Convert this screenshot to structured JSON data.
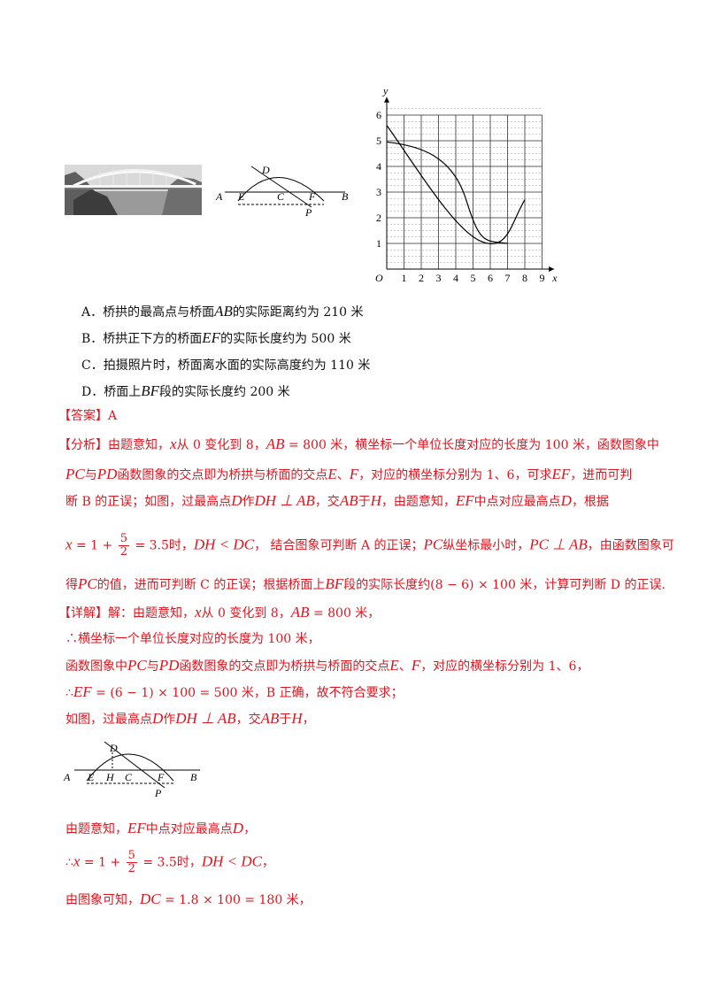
{
  "figure": {
    "bridge_labels": {
      "A": "A",
      "E": "E",
      "C": "C",
      "F": "F",
      "B": "B",
      "D": "D",
      "P": "P"
    },
    "graph": {
      "origin": "O",
      "x_axis": "x",
      "y_axis": "y",
      "x_ticks": [
        "1",
        "2",
        "3",
        "4",
        "5",
        "6",
        "7",
        "8",
        "9"
      ],
      "y_ticks": [
        "1",
        "2",
        "3",
        "4",
        "5",
        "6"
      ]
    },
    "bridge2_labels": {
      "A": "A",
      "E": "E",
      "H": "H",
      "C": "C",
      "F": "F",
      "B": "B",
      "D": "D",
      "P": "P"
    }
  },
  "options": [
    {
      "pre": "A．桥拱的最高点与桥面",
      "m": "AB",
      "post": "的实际距离约为 210 米"
    },
    {
      "pre": "B．桥拱正下方的桥面",
      "m": "EF",
      "post": "的实际长度约为 500 米"
    },
    {
      "pre": "C．拍摄照片时，桥面离水面的实际高度约为 110 米",
      "m": "",
      "post": ""
    },
    {
      "pre": "D．桥面上",
      "m": "BF",
      "post": "段的实际长度约 200 米"
    }
  ],
  "answer": {
    "label": "【答案】",
    "value": "A"
  },
  "analysis": {
    "label": "【分析】",
    "l1a": "由题意知，",
    "l1b": "x",
    "l1c": "从 0 变化到 8，",
    "l1d": "AB",
    "l1e": " = 800 米，横坐标一个单位长度对应的长度为 100 米，函数图象中",
    "l2a": "PC",
    "l2b": "与",
    "l2c": "PD",
    "l2d": "函数图象的交点即为桥拱与桥面的交点",
    "l2e": "E",
    "l2f": "、",
    "l2g": "F",
    "l2h": "，对应的横坐标分别为 1、6，可求",
    "l2i": "EF",
    "l2j": "，进而可判",
    "l3a": "断 B 的正误；如图，过最高点",
    "l3b": "D",
    "l3c": "作",
    "l3d": "DH ⊥ AB",
    "l3e": "，交",
    "l3f": "AB",
    "l3g": "于",
    "l3h": "H",
    "l3i": "，由题意知，",
    "l3j": "EF",
    "l3k": "中点对应最高点",
    "l3l": "D",
    "l3m": "，根据",
    "l4a": "x",
    "l4b": " = 1 + ",
    "l4n": "5",
    "l4d": "2",
    "l4e": " = 3.5时，",
    "l4f": "DH < DC",
    "l4g": "，  结合图象可判断 A 的正误；",
    "l4h": "PC",
    "l4i": "纵坐标最小时，",
    "l4j": "PC ⊥ AB",
    "l4k": "，由函数图象可",
    "l5a": "得",
    "l5b": "PC",
    "l5c": "的值，进而可判断 C 的正误；根据桥面上",
    "l5d": "BF",
    "l5e": "段的实际长度约",
    "l5f": "(8 − 6) × 100",
    "l5g": " 米，计算可判断 D 的正误."
  },
  "detail": {
    "label": "【详解】",
    "l1a": "解：由题意知，",
    "l1b": "x",
    "l1c": "从 0 变化到 8，",
    "l1d": "AB",
    "l1e": " = 800 米，",
    "l2": "∴横坐标一个单位长度对应的长度为 100 米，",
    "l3a": "函数图象中",
    "l3b": "PC",
    "l3c": "与",
    "l3d": "PD",
    "l3e": "函数图象的交点即为桥拱与桥面的交点",
    "l3f": "E",
    "l3g": "、",
    "l3h": "F",
    "l3i": "，对应的横坐标分别为 1、6，",
    "l4a": "∴",
    "l4b": "EF",
    "l4c": " = (6 − 1) × 100 = 500 米，B 正确，故不符合要求；",
    "l5a": "如图，过最高点",
    "l5b": "D",
    "l5c": "作",
    "l5d": "DH ⊥ AB",
    "l5e": "，交",
    "l5f": "AB",
    "l5g": "于",
    "l5h": "H",
    "l5i": "，",
    "l6a": "由题意知，",
    "l6b": "EF",
    "l6c": "中点对应最高点",
    "l6d": "D",
    "l6e": "，",
    "l7a": "∴",
    "l7b": "x",
    "l7c": " = 1 + ",
    "l7n": "5",
    "l7d": "2",
    "l7e": " = 3.5时，",
    "l7f": "DH < DC",
    "l7g": "，",
    "l8a": "由图象可知，",
    "l8b": "DC",
    "l8c": " = 1.8 × 100 = 180 米，"
  }
}
